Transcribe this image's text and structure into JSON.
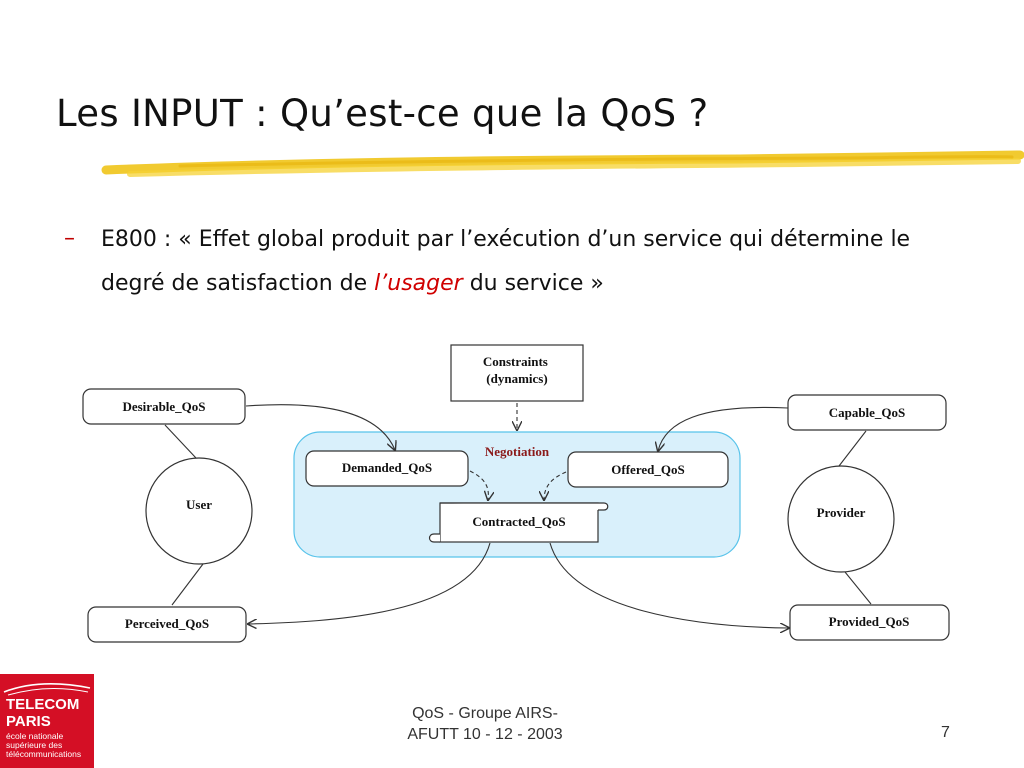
{
  "slide": {
    "title": "Les INPUT : Qu’est-ce que la QoS ?",
    "bullet": {
      "marker": "–",
      "text_before": "E800 : « Effet global produit par l’exécution  d’un service qui détermine le degré de satisfaction de ",
      "highlight": "l’usager",
      "text_after": " du service »"
    },
    "accent_color": "#d00000",
    "highlight_stroke_color": "#f0c419"
  },
  "diagram": {
    "constraints": [
      "Constraints",
      "(dynamics)"
    ],
    "desirable_qos": "Desirable_QoS",
    "capable_qos": "Capable_QoS",
    "user": "User",
    "provider": "Provider",
    "negotiation": "Negotiation",
    "demanded_qos": "Demanded_QoS",
    "offered_qos": "Offered_QoS",
    "contracted_qos": "Contracted_QoS",
    "perceived_qos": "Perceived_QoS",
    "provided_qos": "Provided_QoS",
    "negotiation_zone_color": "#d9f0fb",
    "negotiation_label_color": "#8b1a1a"
  },
  "footer": {
    "line1": "QoS - Groupe AIRS-",
    "line2": "AFUTT 10 - 12 - 2003",
    "page_number": "7"
  },
  "logo": {
    "name_line1": "TELECOM",
    "name_line2": "PARIS",
    "sub_line1": "école nationale",
    "sub_line2": "supérieure des",
    "sub_line3": "télécommunications",
    "color": "#d40f25"
  }
}
